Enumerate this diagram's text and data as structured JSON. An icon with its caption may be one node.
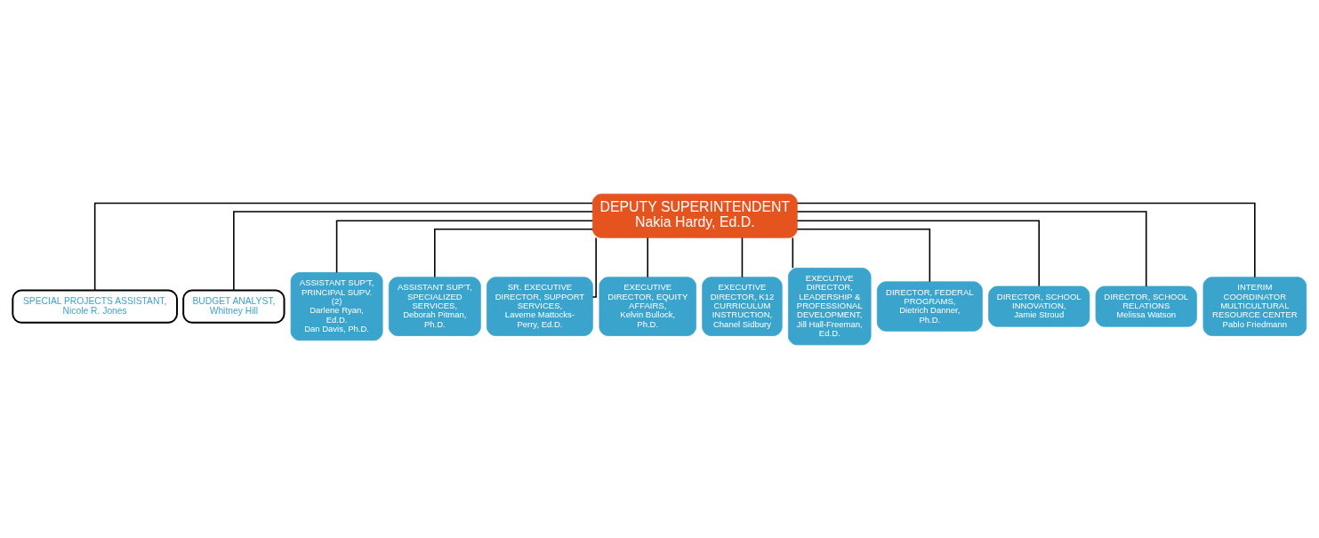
{
  "diagram": {
    "nodes": [
      {
        "text": [
          "DEPUTY SUPERINTENDENT",
          "Nakia Hardy, Ed.D."
        ]
      },
      {
        "text": [
          "SPECIAL PROJECTS ASSISTANT,",
          "Nicole R. Jones"
        ]
      },
      {
        "text": [
          "BUDGET ANALYST,",
          "Whitney Hill"
        ]
      },
      {
        "text": [
          "ASSISTANT SUP’T, PRINCIPAL SUPV. (2)",
          "Darlene Ryan, Ed.D.",
          "Dan Davis, Ph.D."
        ]
      },
      {
        "text": [
          "ASSISTANT SUP’T, SPECIALIZED SERVICES,",
          "Deborah Pitman, Ph.D."
        ]
      },
      {
        "text": [
          "SR. EXECUTIVE DIRECTOR, SUPPORT SERVICES,",
          "Laverne Mattocks-Perry, Ed.D."
        ]
      },
      {
        "text": [
          "EXECUTIVE DIRECTOR, EQUITY AFFAIRS,",
          "Kelvin Bullock, Ph.D."
        ]
      },
      {
        "text": [
          "EXECUTIVE DIRECTOR, K12 CURRICULUM INSTRUCTION,",
          "Chanel Sidbury"
        ]
      },
      {
        "text": [
          "EXECUTIVE DIRECTOR, LEADERSHIP & PROFESSIONAL DEVELOPMENT,",
          "Jill Hall-Freeman, Ed.D."
        ]
      },
      {
        "text": [
          "DIRECTOR, FEDERAL PROGRAMS,",
          "Dietrich Danner, Ph.D."
        ]
      },
      {
        "text": [
          "DIRECTOR, SCHOOL INNOVATION,",
          "Jamie Stroud"
        ]
      },
      {
        "text": [
          "DIRECTOR, SCHOOL RELATIONS",
          "Melissa Watson"
        ]
      },
      {
        "text": [
          "INTERIM COORDINATOR",
          "MULTICULTURAL RESOURCE CENTER",
          "Pablo Friedmann"
        ]
      }
    ],
    "edges": [
      {
        "from": 0,
        "to": 1,
        "arrow": "none"
      },
      {
        "from": 0,
        "to": 2,
        "arrow": "none"
      },
      {
        "from": 0,
        "to": 3,
        "arrow": "none"
      },
      {
        "from": 0,
        "to": 4,
        "arrow": "none"
      },
      {
        "from": 0,
        "to": 5,
        "arrow": "none"
      },
      {
        "from": 0,
        "to": 6,
        "arrow": "none"
      },
      {
        "from": 0,
        "to": 7,
        "arrow": "none"
      },
      {
        "from": 0,
        "to": 8,
        "arrow": "none"
      },
      {
        "from": 0,
        "to": 9,
        "arrow": "none"
      },
      {
        "from": 0,
        "to": 10,
        "arrow": "none"
      },
      {
        "from": 0,
        "to": 11,
        "arrow": "none"
      },
      {
        "from": 0,
        "to": 12,
        "arrow": "none"
      }
    ]
  }
}
